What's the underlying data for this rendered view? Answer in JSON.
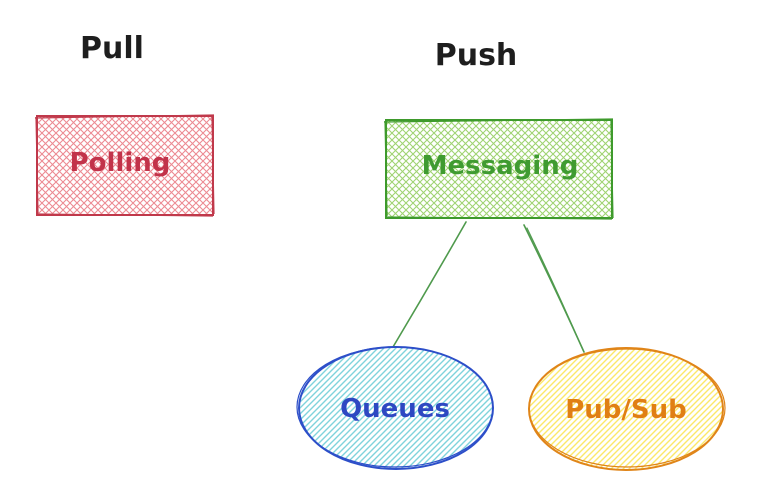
{
  "headings": {
    "pull": "Pull",
    "push": "Push"
  },
  "nodes": {
    "polling": {
      "label": "Polling",
      "stroke": "#c0394b",
      "fill": "#ec8a92",
      "text": "#c2334a"
    },
    "messaging": {
      "label": "Messaging",
      "stroke": "#3e9a2c",
      "fill": "#9fd372",
      "text": "#3f9b31"
    },
    "queues": {
      "label": "Queues",
      "stroke": "#2d4fc9",
      "fill": "#7fd3dc",
      "text": "#2e48c2"
    },
    "pubsub": {
      "label": "Pub/Sub",
      "stroke": "#e08519",
      "fill": "#fbe86a",
      "text": "#e07f14"
    }
  },
  "colors": {
    "heading_text": "#1e1e1e",
    "connector": "#4f9a4d"
  }
}
